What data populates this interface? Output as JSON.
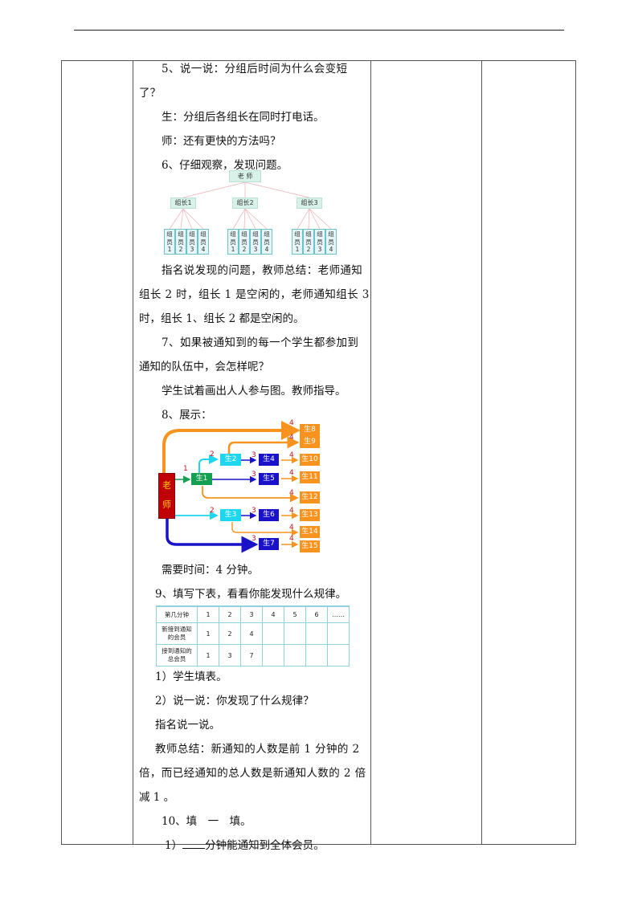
{
  "page": {
    "paragraphs": {
      "p5_line1": "5、说一说：分组后时间为什么会变短",
      "p5_line2": "了？",
      "p5_student": "生：分组后各组长在同时打电话。",
      "p5_teacher": "师：还有更快的方法吗？",
      "p6": "6、仔细观察，发现问题。",
      "summary_line1": "指名说发现的问题，教师总结：老师通知",
      "summary_line2": "组长 2 时，组长 1 是空闲的，老师通知组长 3",
      "summary_line3": "时，组长 1、组长 2 都是空闲的。",
      "p7_line1": "7、如果被通知到的每一个学生都参加到",
      "p7_line2": "通知的队伍中，会怎样呢？",
      "p7_student": "学生试着画出人人参与图。教师指导。",
      "p8": "8、展示：",
      "time_needed": "需要时间：4 分钟。",
      "p9": "9、填写下表，看看你能发现什么规律。",
      "p9_1": "1）学生填表。",
      "p9_2": "2）说一说：你发现了什么规律？",
      "p9_3": "指名说一说。",
      "conclusion_line1": "教师总结：新通知的人数是前 1 分钟的 2",
      "conclusion_line2": "倍，而已经通知的总人数是新通知人数的 2 倍",
      "conclusion_line3": "减 1 。",
      "p10": "10、填　一　填。",
      "p10_1_prefix": "1）",
      "p10_1_suffix": "分钟能通知到全体会员。"
    },
    "tree_diagram": {
      "root": "老 师",
      "leaders": [
        "组长1",
        "组长2",
        "组长3"
      ],
      "members": [
        [
          "组\n员\n1",
          "组\n员\n2",
          "组\n员\n3",
          "组\n员\n4"
        ]
      ],
      "member_label_top": "组",
      "member_label_mid": "员",
      "member_numbers": [
        "1",
        "2",
        "3",
        "4"
      ],
      "colors": {
        "box_fill": "#d8f2ea",
        "member_border": "#6cc2cc",
        "line": "#f0b4bc"
      }
    },
    "flow_diagram": {
      "teacher_chars": [
        "老",
        "师"
      ],
      "nodes": {
        "s1": "生1",
        "s2": "生2",
        "s3": "生3",
        "s4": "生4",
        "s5": "生5",
        "s6": "生6",
        "s7": "生7",
        "s8": "生8",
        "s9": "生9",
        "s10": "生10",
        "s11": "生11",
        "s12": "生12",
        "s13": "生13",
        "s14": "生14",
        "s15": "生15"
      },
      "step_labels": {
        "one": "1",
        "two": "2",
        "three": "3",
        "four": "4"
      },
      "colors": {
        "teacher": "#c00000",
        "teacher_text": "#ffd000",
        "green": "#13a050",
        "cyan": "#1ed6ee",
        "blue": "#1a12c8",
        "orange": "#f7931e",
        "label_red": "#c0141c"
      }
    },
    "growth_table": {
      "header": [
        "第几分钟",
        "1",
        "2",
        "3",
        "4",
        "5",
        "6",
        "……"
      ],
      "rows": [
        {
          "label_l1": "新接到通知",
          "label_l2": "的会员",
          "values": [
            "1",
            "2",
            "4",
            "",
            "",
            "",
            ""
          ]
        },
        {
          "label_l1": "接到通知的",
          "label_l2": "总会员",
          "values": [
            "1",
            "3",
            "7",
            "",
            "",
            "",
            ""
          ]
        }
      ]
    }
  }
}
